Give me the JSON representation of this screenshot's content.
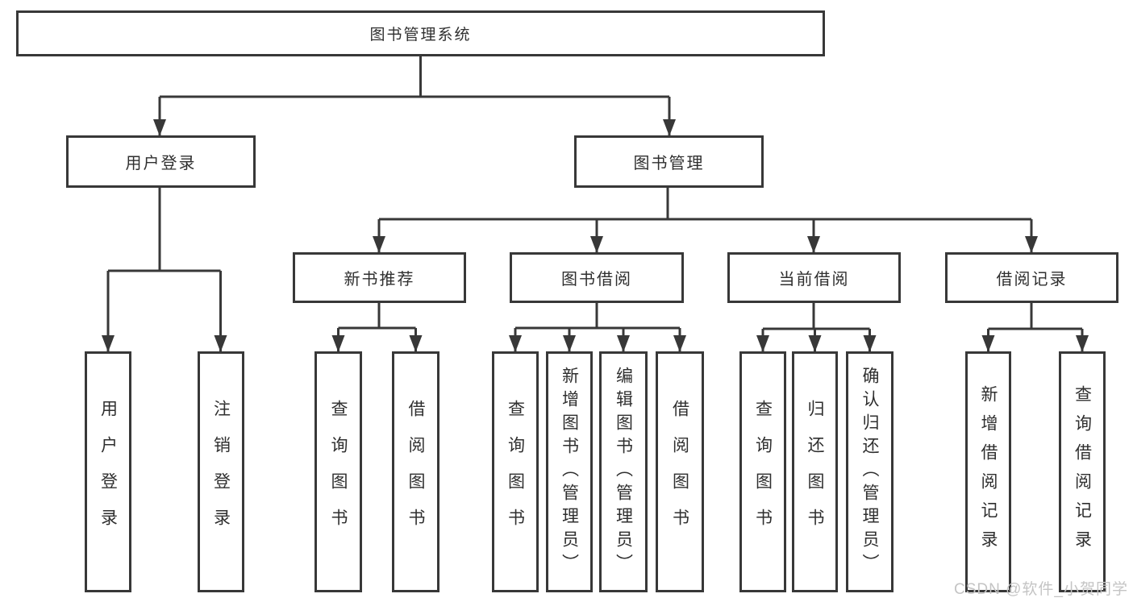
{
  "tree": {
    "label": "图书管理系统",
    "children": [
      {
        "label": "用户登录",
        "children": [
          {
            "label": "用户登录"
          },
          {
            "label": "注销登录"
          }
        ]
      },
      {
        "label": "图书管理",
        "children": [
          {
            "label": "新书推荐",
            "children": [
              {
                "label": "查询图书"
              },
              {
                "label": "借阅图书"
              }
            ]
          },
          {
            "label": "图书借阅",
            "children": [
              {
                "label": "查询图书"
              },
              {
                "label": "新增图书（管理员）"
              },
              {
                "label": "编辑图书（管理员）"
              },
              {
                "label": "借阅图书"
              }
            ]
          },
          {
            "label": "当前借阅",
            "children": [
              {
                "label": "查询图书"
              },
              {
                "label": "归还图书"
              },
              {
                "label": "确认归还（管理员）"
              }
            ]
          },
          {
            "label": "借阅记录",
            "children": [
              {
                "label": "新增借阅记录"
              },
              {
                "label": "查询借阅记录"
              }
            ]
          }
        ]
      }
    ]
  },
  "watermark": "CSDN @软件_小贺同学",
  "colors": {
    "line": "#383838",
    "box_border": "#383838",
    "text": "#2f2f2f",
    "watermark": "#c4c4c4",
    "background": "#ffffff"
  }
}
